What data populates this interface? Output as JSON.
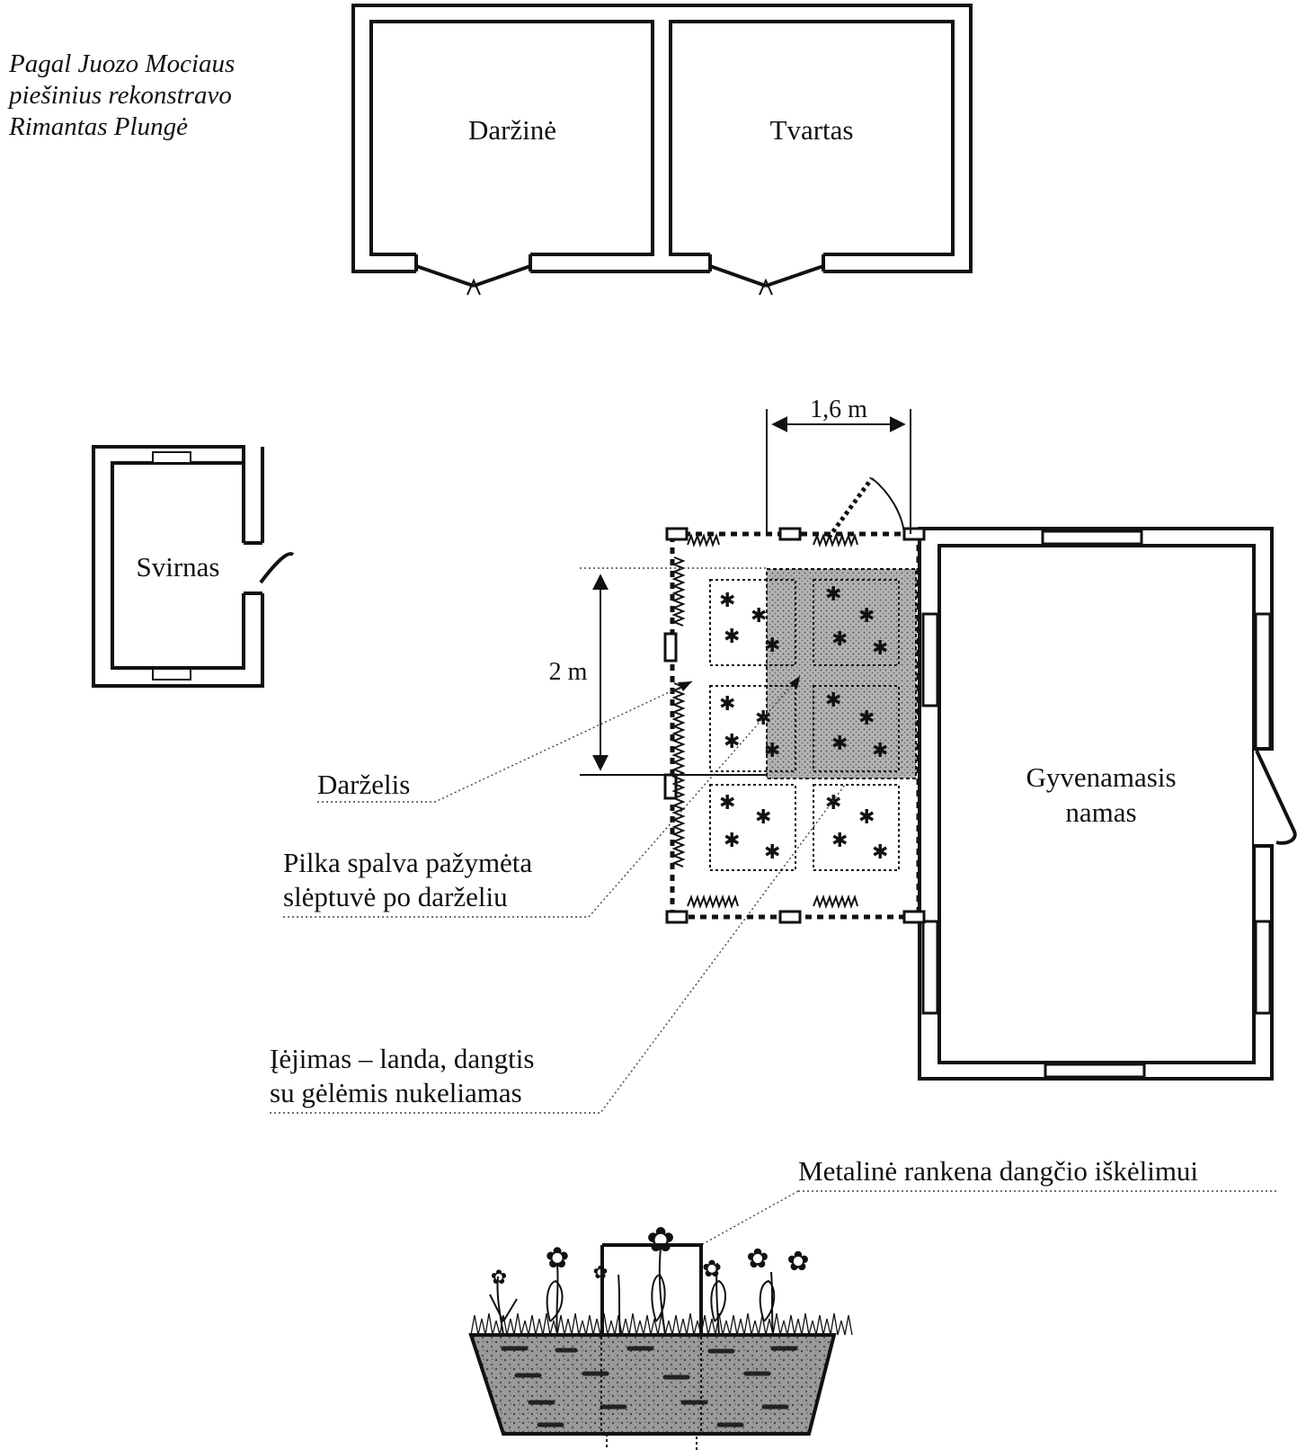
{
  "credit": {
    "line1": "Pagal Juozo Mociaus",
    "line2": "piešinius rekonstravo",
    "line3": "Rimantas Plungė"
  },
  "buildings": {
    "barn_shed": "Daržinė",
    "stable": "Tvartas",
    "granary": "Svirnas",
    "house_line1": "Gyvenamasis",
    "house_line2": "namas"
  },
  "dimensions": {
    "width": "1,6 m",
    "length": "2 m"
  },
  "callouts": {
    "garden": "Darželis",
    "hideout_line1": "Pilka spalva pažymėta",
    "hideout_line2": "slėptuvė po darželiu",
    "entrance_line1": "Įėjimas – landa, dangtis",
    "entrance_line2": "su gėlėmis nukeliamas",
    "handle": "Metalinė rankena dangčio iškėlimui"
  },
  "colors": {
    "ink": "#111111",
    "hideout_gray": "#9a9a9a",
    "soil_gray": "#8a8a8a"
  }
}
